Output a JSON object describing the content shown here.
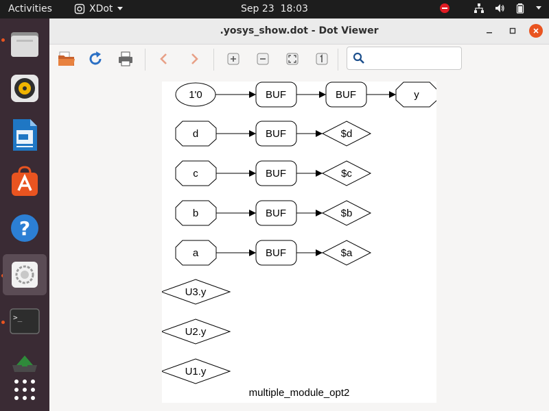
{
  "topbar": {
    "activities": "Activities",
    "app_name": "XDot",
    "date": "Sep 23",
    "time": "18:03"
  },
  "dock": {
    "items": [
      {
        "name": "files"
      },
      {
        "name": "rhythmbox"
      },
      {
        "name": "libreoffice-writer"
      },
      {
        "name": "ubuntu-software"
      },
      {
        "name": "help"
      },
      {
        "name": "xdot"
      },
      {
        "name": "terminal"
      },
      {
        "name": "trash"
      },
      {
        "name": "show-applications"
      }
    ],
    "help_glyph": "?",
    "terminal_glyph": ">_"
  },
  "window": {
    "title": ".yosys_show.dot - Dot Viewer",
    "search": {
      "value": "",
      "placeholder": ""
    }
  },
  "graph": {
    "nodes": {
      "n10": "1'0",
      "buf1": "BUF",
      "buf1b": "BUF",
      "y": "y",
      "d": "d",
      "buf2": "BUF",
      "sd": "$d",
      "c": "c",
      "buf3": "BUF",
      "sc": "$c",
      "b": "b",
      "buf4": "BUF",
      "sb": "$b",
      "a": "a",
      "buf5": "BUF",
      "sa": "$a",
      "u3": "U3.y",
      "u2": "U2.y",
      "u1": "U1.y"
    },
    "label": "multiple_module_opt2"
  }
}
